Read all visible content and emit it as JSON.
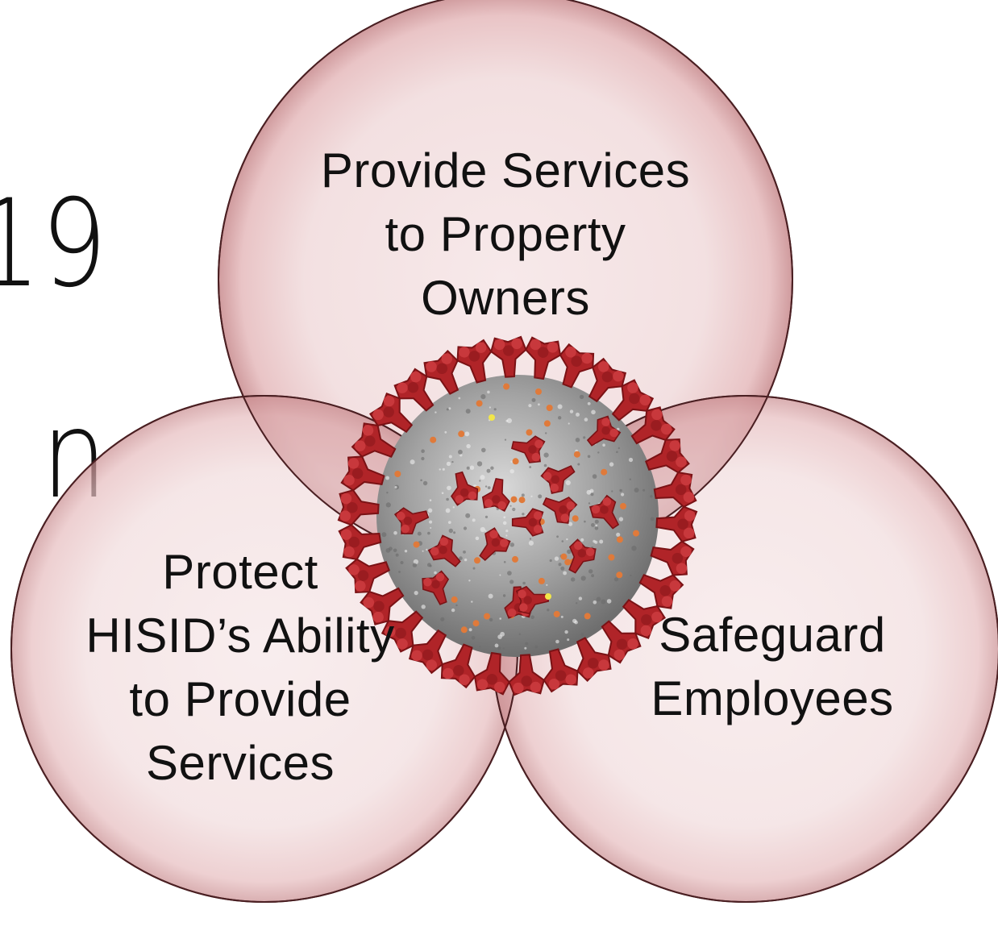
{
  "background_text": [
    "19",
    "n"
  ],
  "circles": [
    {
      "id": "top",
      "lines": [
        "Provide Services",
        "to Property",
        "Owners"
      ]
    },
    {
      "id": "left",
      "lines": [
        "Protect",
        "HISID’s Ability",
        "to Provide",
        "Services"
      ]
    },
    {
      "id": "right",
      "lines": [
        "Safeguard",
        "Employees"
      ]
    }
  ],
  "center_image": "coronavirus-illustration",
  "colors": {
    "circle_fill": "#f3d9da",
    "circle_stroke": "#4a1f22",
    "virus_spike": "#b02428",
    "virus_body": "#9a9a9a",
    "virus_dot": "#e07a3a"
  }
}
